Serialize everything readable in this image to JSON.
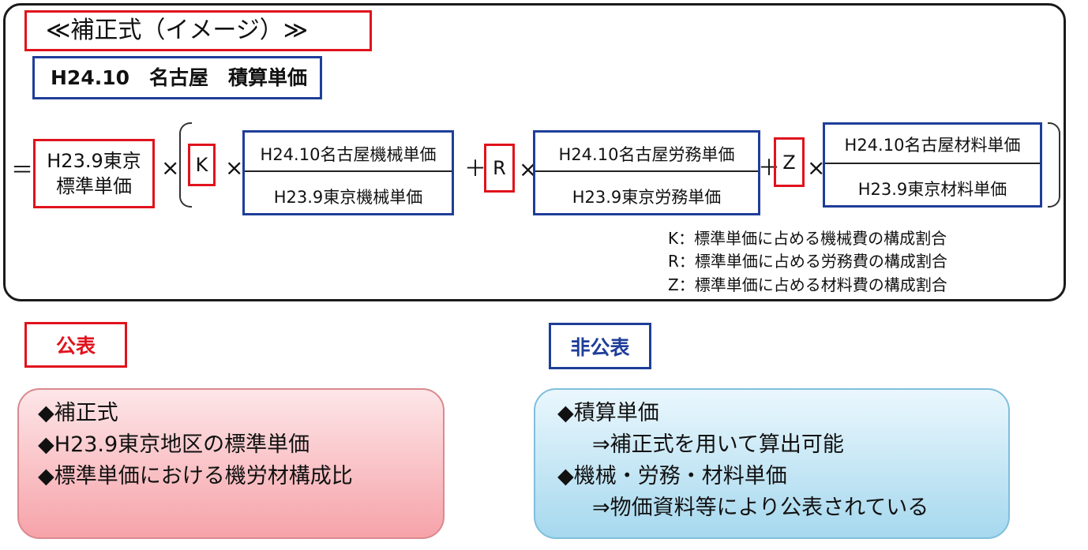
{
  "formula": {
    "title": "≪補正式（イメージ）≫",
    "subject": "H24.10　名古屋　積算単価",
    "equals": "＝",
    "tokyo_price": {
      "line1": "H23.9東京",
      "line2": "標準単価"
    },
    "times": "×",
    "plus": "＋",
    "coefficients": {
      "k": "K",
      "r": "R",
      "z": "Z"
    },
    "fractions": {
      "machine": {
        "numerator": "H24.10名古屋機械単価",
        "denominator": "H23.9東京機械単価"
      },
      "labor": {
        "numerator": "H24.10名古屋労務単価",
        "denominator": "H23.9東京労務単価"
      },
      "material": {
        "numerator": "H24.10名古屋材料単価",
        "denominator": "H23.9東京材料単価"
      }
    },
    "notes": {
      "k": "K：標準単価に占める機械費の構成割合",
      "r": "R：標準単価に占める労務費の構成割合",
      "z": "Z：標準単価に占める材料費の構成割合"
    }
  },
  "public": {
    "heading": "公表",
    "items": [
      "◆補正式",
      "◆H23.9東京地区の標準単価",
      "◆標準単価における機労材構成比"
    ]
  },
  "nonpublic": {
    "heading": "非公表",
    "items": [
      "◆積算単価",
      "⇒補正式を用いて算出可能",
      "◆機械・労務・材料単価",
      "⇒物価資料等により公表されている"
    ]
  },
  "colors": {
    "red": "#e0131d",
    "blue": "#1f3e99",
    "public_fill": "#f6a3a9",
    "nonpublic_fill": "#a6d8ee"
  }
}
